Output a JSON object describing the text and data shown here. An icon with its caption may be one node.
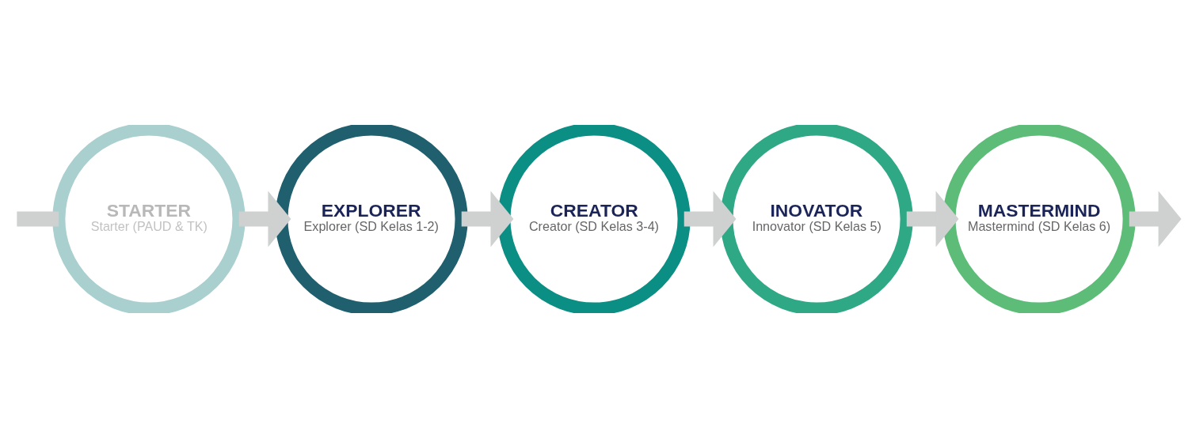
{
  "diagram": {
    "nodes": [
      {
        "text": [
          "STARTER",
          "Starter (PAUD & TK)"
        ]
      },
      {
        "text": [
          "EXPLORER",
          "Explorer (SD Kelas 1-2)"
        ]
      },
      {
        "text": [
          "CREATOR",
          "Creator (SD Kelas 3-4)"
        ]
      },
      {
        "text": [
          "INOVATOR",
          "Innovator (SD Kelas 5)"
        ]
      },
      {
        "text": [
          "MASTERMIND",
          "Mastermind (SD Kelas 6)"
        ]
      }
    ],
    "edges": [
      {
        "from": null,
        "to": 0,
        "arrow": "none"
      },
      {
        "from": 0,
        "to": 1,
        "arrow": "to"
      },
      {
        "from": 1,
        "to": 2,
        "arrow": "to"
      },
      {
        "from": 2,
        "to": 3,
        "arrow": "to"
      },
      {
        "from": 3,
        "to": 4,
        "arrow": "to"
      },
      {
        "from": 4,
        "to": null,
        "arrow": "to"
      }
    ]
  }
}
